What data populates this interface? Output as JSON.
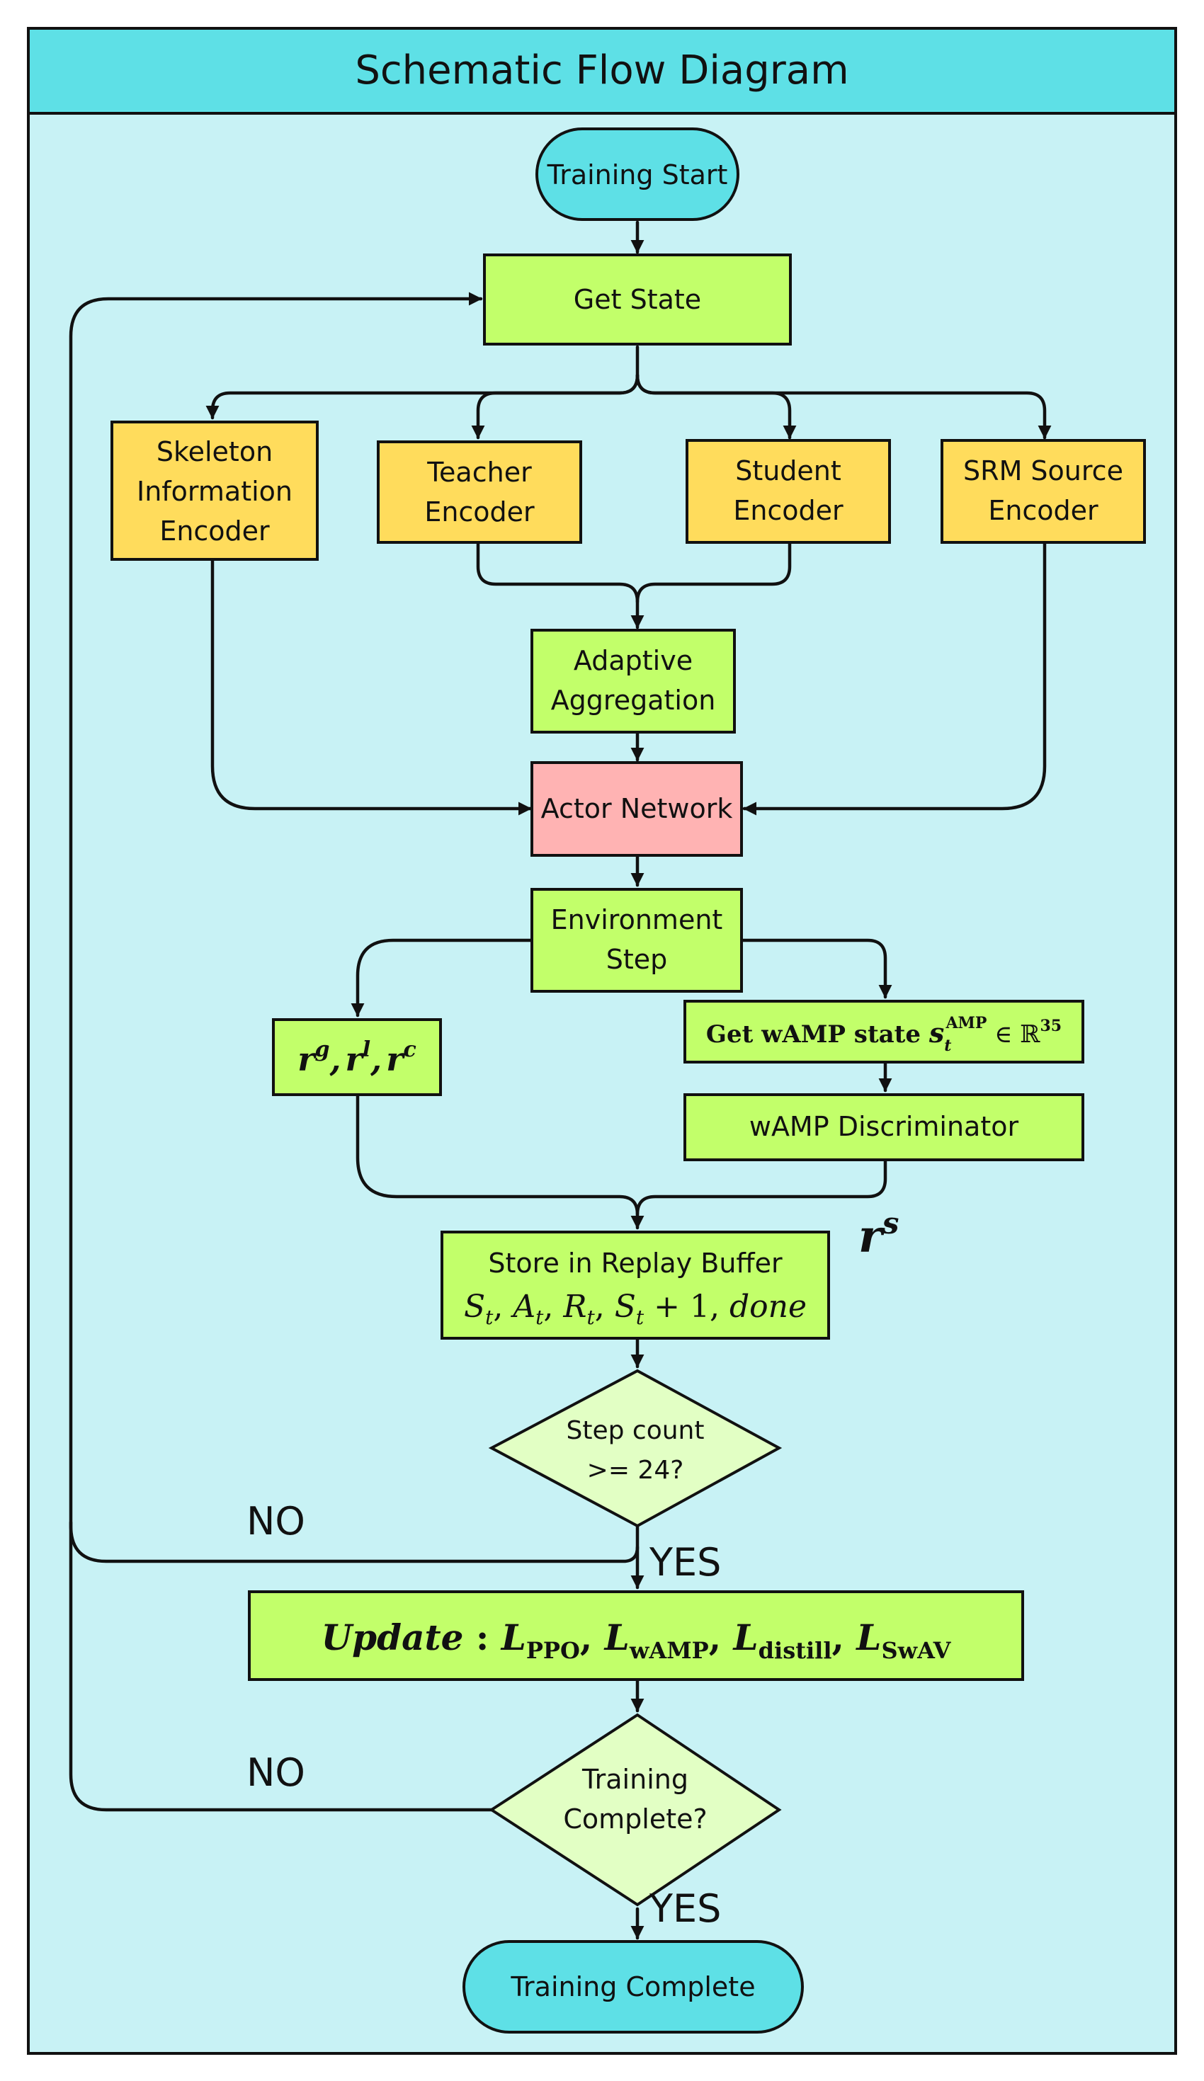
{
  "title": "Schematic Flow Diagram",
  "colors": {
    "panel": "#c8f2f5",
    "header": "#5ee0e6",
    "terminal": "#5ee0e6",
    "process": "#c2ff6a",
    "encoder": "#ffdc5c",
    "actor": "#ffb3b3",
    "decision": "#e2ffc4"
  },
  "nodes": {
    "training_start": "Training Start",
    "get_state": "Get State",
    "skeleton_encoder": [
      "Skeleton",
      "Information",
      "Encoder"
    ],
    "teacher_encoder": [
      "Teacher",
      "Encoder"
    ],
    "student_encoder": [
      "Student",
      "Encoder"
    ],
    "srm_encoder": [
      "SRM Source",
      "Encoder"
    ],
    "adaptive_aggregation": [
      "Adaptive",
      "Aggregation"
    ],
    "actor_network": "Actor Network",
    "environment_step": [
      "Environment",
      "Step"
    ],
    "rewards": {
      "r": "r",
      "g": "g",
      "l": "l",
      "c": "c",
      "sep": ","
    },
    "wamp_state": {
      "prefix": "Get wAMP state ",
      "s": "s",
      "sub": "t",
      "sup": "AMP",
      "in": " ∈ ℝ",
      "dim": "35"
    },
    "wamp_discriminator": "wAMP Discriminator",
    "replay_buffer": {
      "label": "Store in Replay Buffer",
      "formula": {
        "S": "S",
        "A": "A",
        "R": "R",
        "t": "t",
        "plus": " + 1, ",
        "done": "done",
        "sep": ", "
      }
    },
    "step_count": [
      "Step count",
      ">= 24?"
    ],
    "update": {
      "name": "Update",
      "colon": " : ",
      "L": "L",
      "ppo": "PPO",
      "wamp": "wAMP",
      "distill": "distill",
      "swav": "SwAV",
      "sep": ", "
    },
    "training_complete_q": [
      "Training",
      "Complete?"
    ],
    "training_complete": "Training Complete"
  },
  "labels": {
    "rs": {
      "r": "r",
      "s": "s"
    },
    "no_1": "NO",
    "yes_1": "YES",
    "no_2": "NO",
    "yes_2": "YES"
  }
}
